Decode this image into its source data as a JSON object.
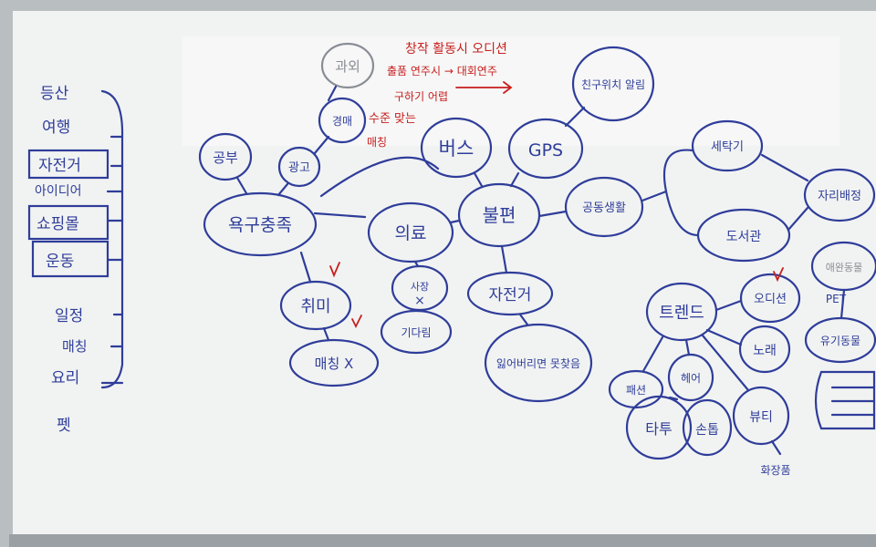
{
  "colors": {
    "board": "#f1f3f2",
    "frame": "#b9bec0",
    "marker_blue": "#2f3d9a",
    "marker_red": "#c81e1e"
  },
  "left_list": {
    "items": [
      "등산",
      "여행",
      "자전거",
      "아이디어",
      "쇼핑몰",
      "운동",
      "일정",
      "매칭",
      "요리",
      "펫"
    ]
  },
  "nodes": {
    "gongbu": "공부",
    "gwaoe": "과외",
    "gyeongmae": "경매",
    "gwango": "광고",
    "yokgu": "욕구충족",
    "chwimi": "취미",
    "maching": "매칭 X",
    "uiryo": "의료",
    "sajang": "사장",
    "gidari": "기다림",
    "bus": "버스",
    "gps": "GPS",
    "chingu": "친구위치 알림",
    "bulpyeon": "불편",
    "jajeongeo": "자전거",
    "ireobeorimyeon": "잃어버리면 못찾음",
    "gongdong": "공동생활",
    "setak": "세탁기",
    "jarie": "자리배정",
    "doseo": "도서관",
    "pet_circle": "애완동물",
    "pet_label": "PET",
    "yugi": "유기동물",
    "trend": "트렌드",
    "odition": "오디션",
    "norae": "노래",
    "fashion": "패션",
    "hair": "헤어",
    "beauty": "뷰티",
    "tatoo": "타투",
    "sontop": "손톱",
    "hwajang": "화장품"
  },
  "red_notes": {
    "line1": "창작 활동시 오디션",
    "line2": "출품 연주시 → 대회연주",
    "line3": "구하기 어렵",
    "line4": "수준 맞는",
    "line5": "매칭"
  }
}
